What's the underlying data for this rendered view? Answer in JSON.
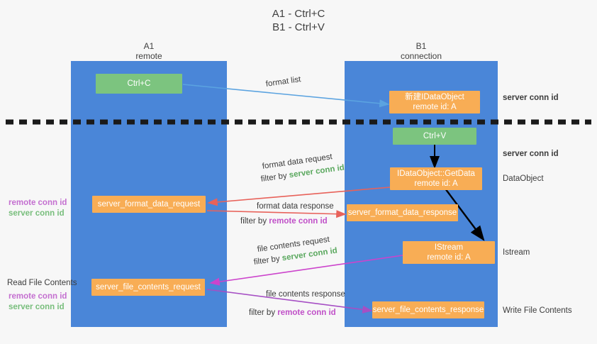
{
  "title": {
    "line1": "A1 - Ctrl+C",
    "line2": "B1 - Ctrl+V"
  },
  "colors": {
    "lane": "#4a86d8",
    "green_node": "#7cc47f",
    "orange_node": "#f8ad55",
    "server_conn": "#5aa85e",
    "remote_conn": "#c050c8",
    "arrow_blue": "#5ba3e0",
    "arrow_red": "#e8625a",
    "arrow_magenta": "#cc44cc",
    "arrow_purple": "#a64fc4",
    "arrow_black": "#000000",
    "background": "#f7f7f7"
  },
  "lanes": [
    {
      "id": "a1",
      "title": "A1",
      "subtitle": "remote"
    },
    {
      "id": "b1",
      "title": "B1",
      "subtitle": "connection"
    }
  ],
  "nodes": [
    {
      "id": "ctrl_c",
      "label": "Ctrl+C",
      "sublabel": "",
      "kind": "green"
    },
    {
      "id": "new_idataobject",
      "label": "新建IDataObject",
      "sublabel": "remote id: A",
      "kind": "orange"
    },
    {
      "id": "ctrl_v",
      "label": "Ctrl+V",
      "sublabel": "",
      "kind": "green"
    },
    {
      "id": "getdata",
      "label": "IDataObject::GetData",
      "sublabel": "remote id: A",
      "kind": "orange"
    },
    {
      "id": "server_format_data_request",
      "label": "server_format_data_request",
      "sublabel": "",
      "kind": "orange"
    },
    {
      "id": "server_format_data_response",
      "label": "server_format_data_response",
      "sublabel": "",
      "kind": "orange"
    },
    {
      "id": "istream",
      "label": "IStream",
      "sublabel": "remote id: A",
      "kind": "orange"
    },
    {
      "id": "server_file_contents_request",
      "label": "server_file_contents_request",
      "sublabel": "",
      "kind": "orange"
    },
    {
      "id": "server_file_contents_response",
      "label": "server_file_contents_response",
      "sublabel": "",
      "kind": "orange"
    }
  ],
  "edge_labels": [
    {
      "id": "format_list",
      "text": "format list"
    },
    {
      "id": "format_data_request",
      "text": "format data request"
    },
    {
      "id": "format_data_request_filter_prefix",
      "text": "filter by"
    },
    {
      "id": "format_data_request_filter_key",
      "text": "server conn id"
    },
    {
      "id": "format_data_response",
      "text": "format data response"
    },
    {
      "id": "format_data_response_filter_prefix",
      "text": "filter by"
    },
    {
      "id": "format_data_response_filter_key",
      "text": "remote conn id"
    },
    {
      "id": "file_contents_request",
      "text": "file contents request"
    },
    {
      "id": "file_contents_request_filter_prefix",
      "text": "filter by"
    },
    {
      "id": "file_contents_request_filter_key",
      "text": "server conn id"
    },
    {
      "id": "file_contents_response",
      "text": "file contents response"
    },
    {
      "id": "file_contents_response_filter_prefix",
      "text": "filter by"
    },
    {
      "id": "file_contents_response_filter_key",
      "text": "remote conn id"
    }
  ],
  "right_annotations": [
    {
      "id": "server_conn_id_top",
      "text": "server conn id",
      "style": "server"
    },
    {
      "id": "server_conn_id_second",
      "text": "server conn id",
      "style": "server"
    },
    {
      "id": "dataobject",
      "text": "DataObject",
      "style": "plain"
    },
    {
      "id": "istream",
      "text": "Istream",
      "style": "plain"
    },
    {
      "id": "write_file_contents",
      "text": "Write File Contents",
      "style": "plain"
    }
  ],
  "left_annotations": [
    {
      "id": "format_remote",
      "text": "remote conn id",
      "style": "remote"
    },
    {
      "id": "format_server",
      "text": "server conn id",
      "style": "server"
    },
    {
      "id": "read_file_contents",
      "text": "Read File Contents",
      "style": "plain"
    },
    {
      "id": "file_remote",
      "text": "remote conn id",
      "style": "remote"
    },
    {
      "id": "file_server",
      "text": "server conn id",
      "style": "server"
    }
  ]
}
